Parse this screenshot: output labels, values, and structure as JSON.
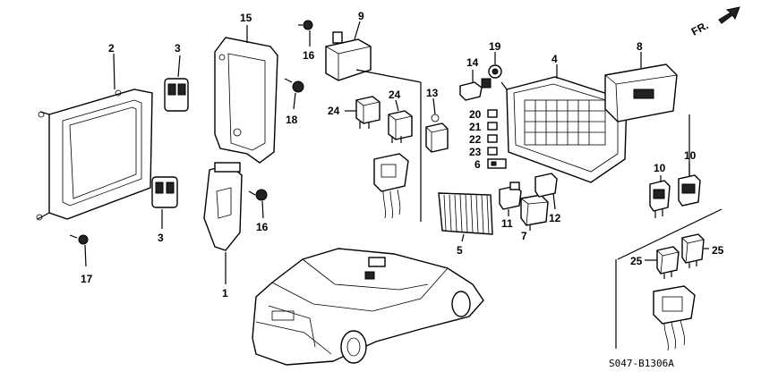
{
  "diagram": {
    "labels": {
      "l1": "1",
      "l2": "2",
      "l3a": "3",
      "l3b": "3",
      "l4": "4",
      "l5": "5",
      "l6": "6",
      "l7": "7",
      "l8": "8",
      "l9": "9",
      "l10a": "10",
      "l10b": "10",
      "l11": "11",
      "l12": "12",
      "l13": "13",
      "l14": "14",
      "l15": "15",
      "l16a": "16",
      "l16b": "16",
      "l17": "17",
      "l18": "18",
      "l19": "19",
      "l20": "20",
      "l21": "21",
      "l22": "22",
      "l23": "23",
      "l24a": "24",
      "l24b": "24",
      "l25a": "25",
      "l25b": "25"
    },
    "direction_label": "FR.",
    "diagram_code": "S047-B1306A"
  }
}
